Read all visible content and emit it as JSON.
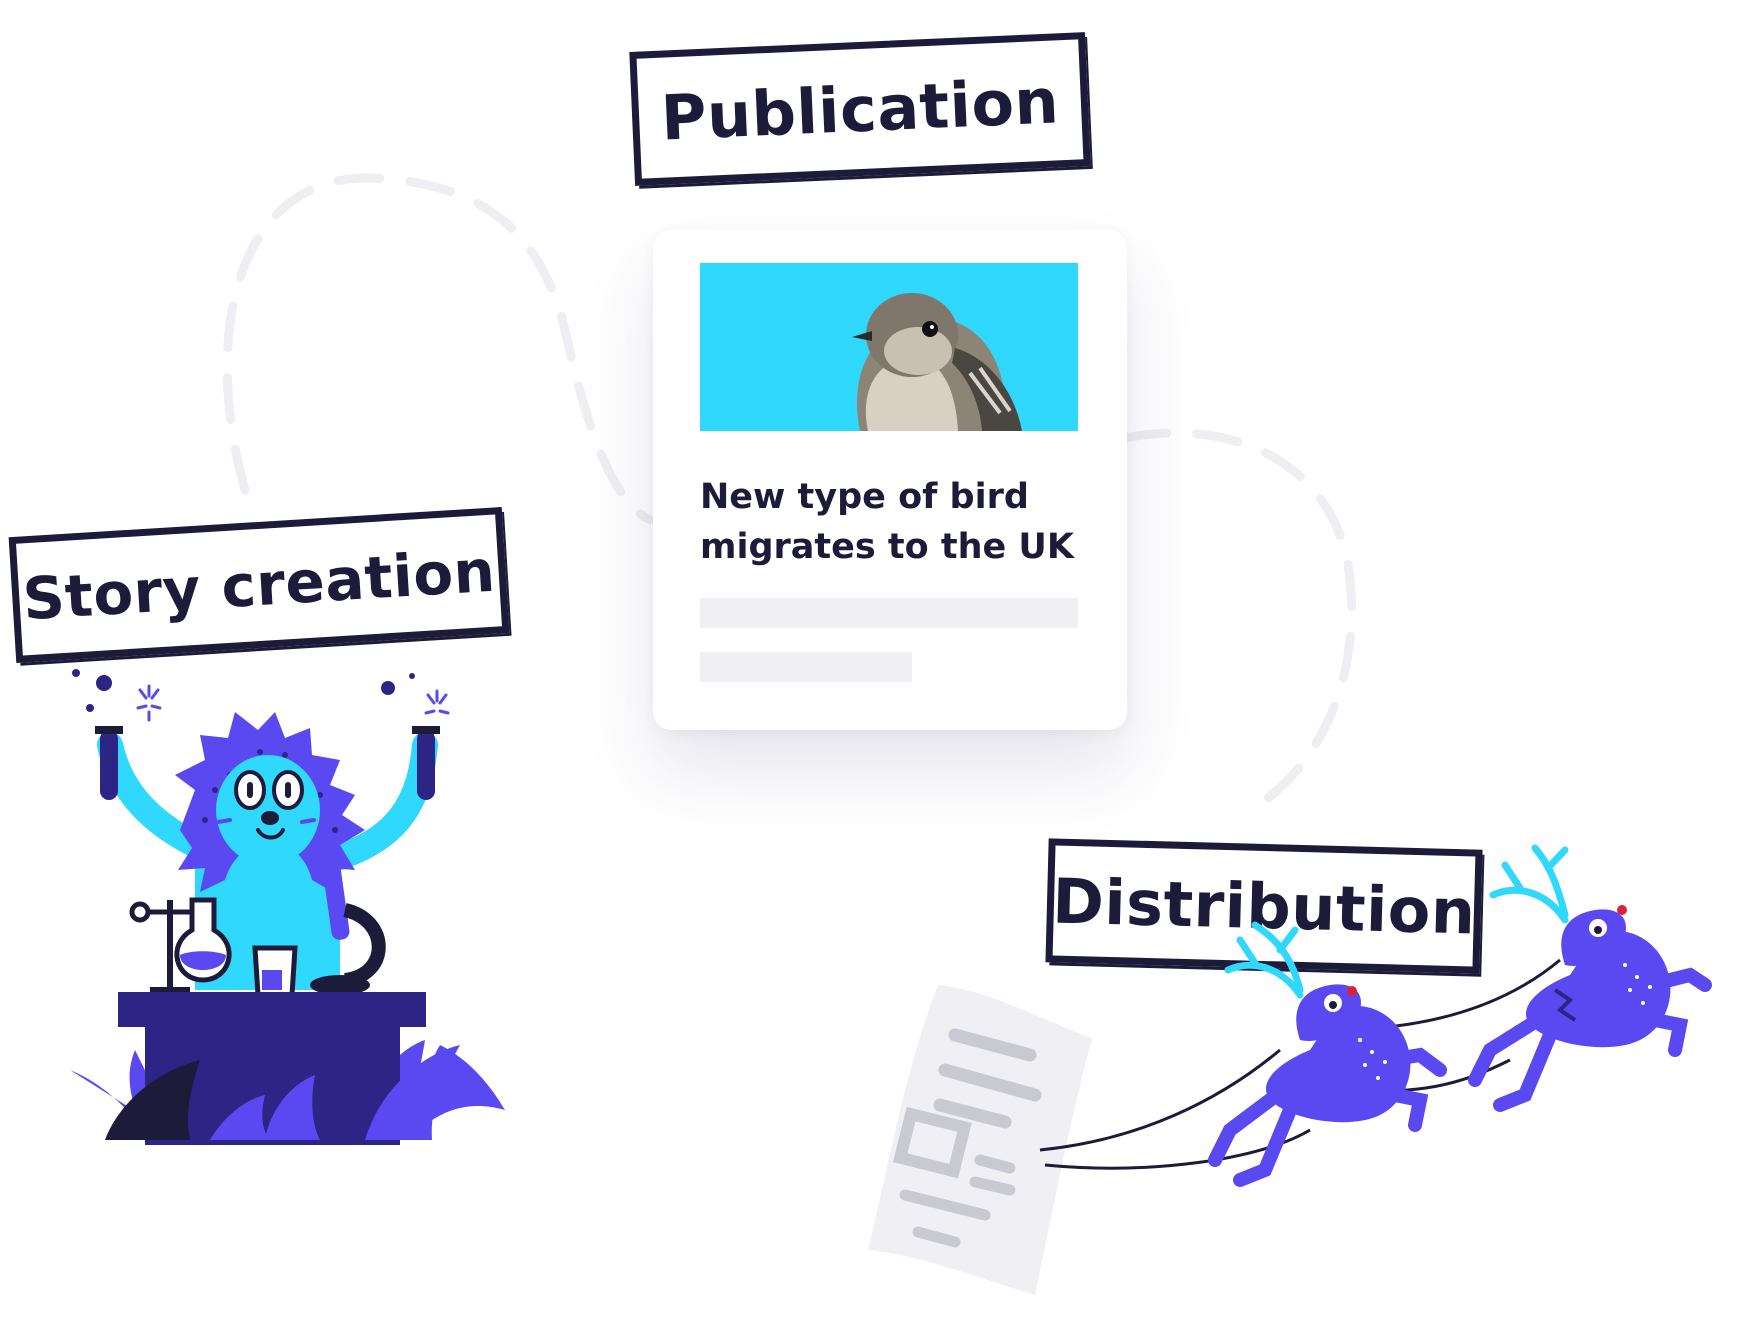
{
  "stages": {
    "publication": {
      "label": "Publication"
    },
    "story_creation": {
      "label": "Story creation"
    },
    "distribution": {
      "label": "Distribution"
    }
  },
  "article_card": {
    "headline": "New type of bird migrates to the UK",
    "image_subject": "bird"
  },
  "colors": {
    "ink": "#1c1c3a",
    "cyan": "#2fd8fc",
    "purple": "#5a49f0",
    "navy": "#2c2585",
    "placeholder": "#efeff4",
    "dash": "#eeeef3",
    "red_nose": "#e0203a"
  }
}
